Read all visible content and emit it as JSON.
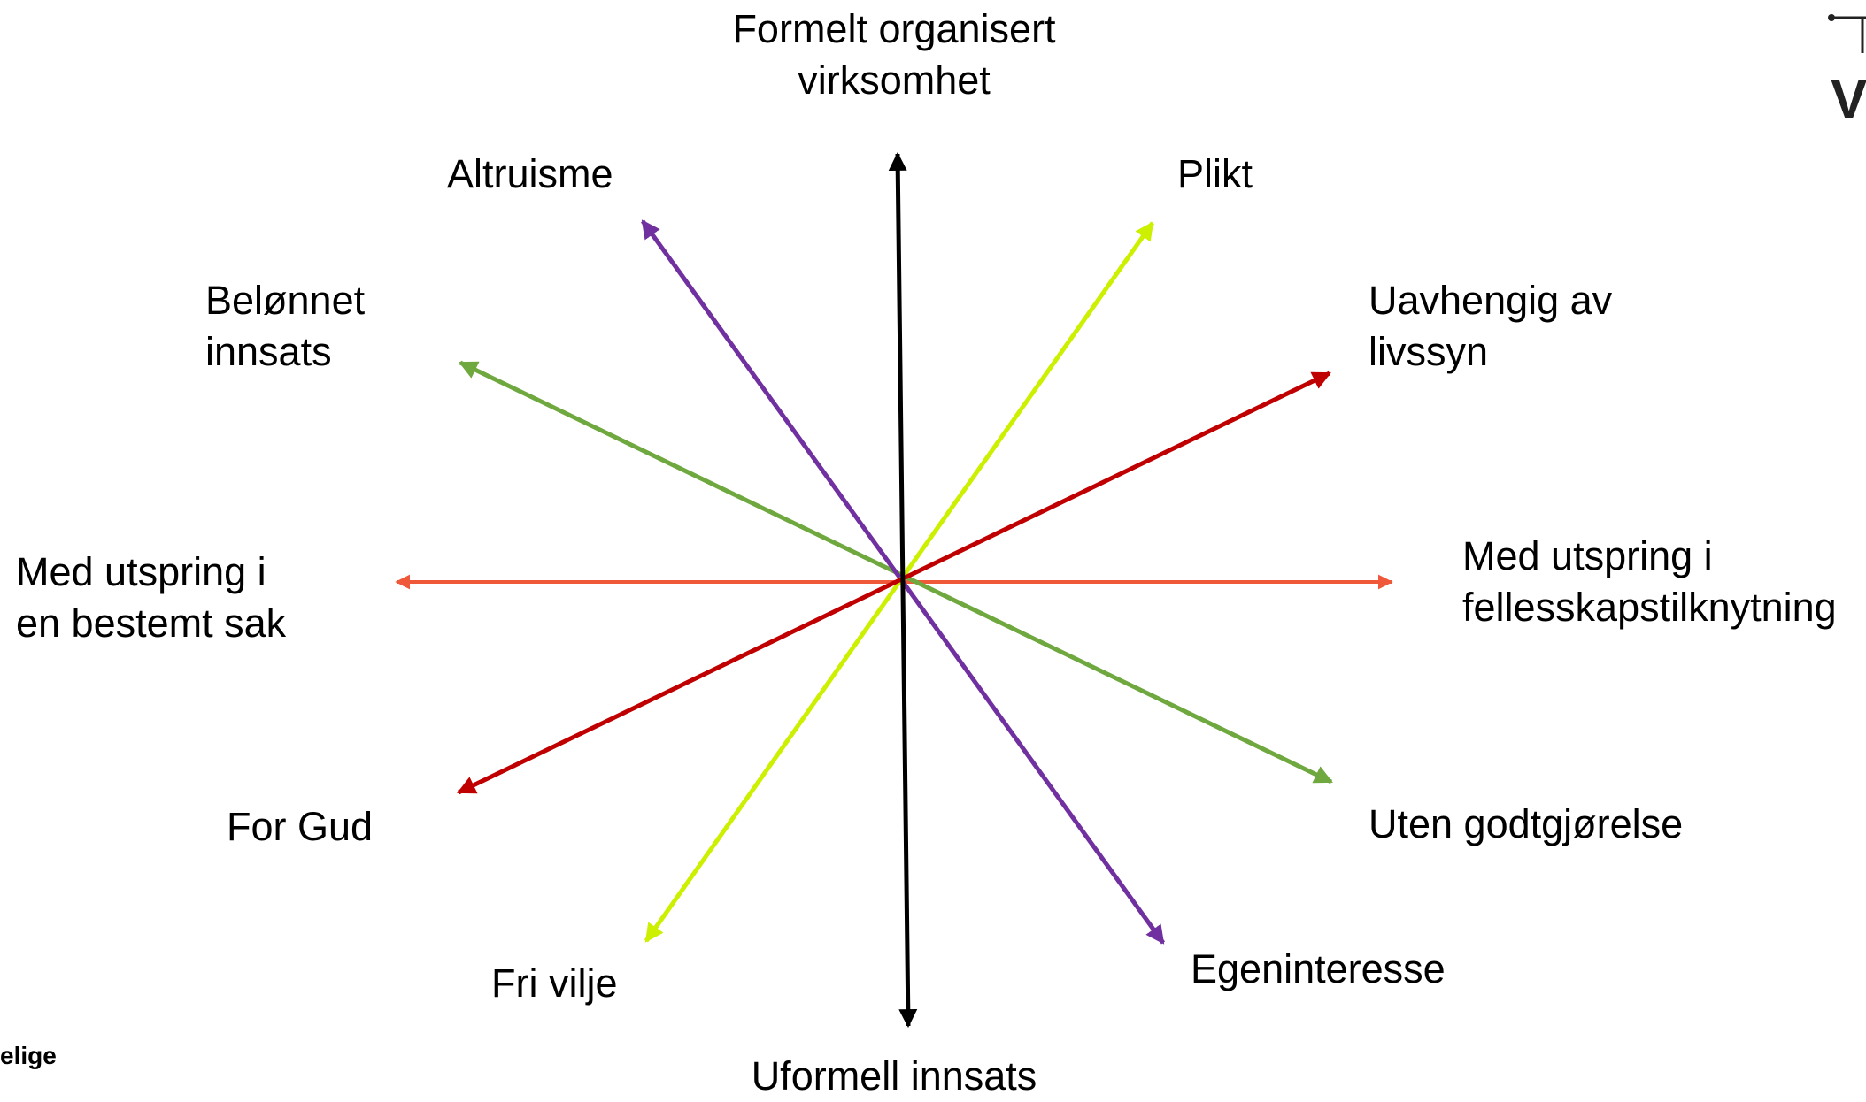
{
  "labels": {
    "top": [
      "Formelt organisert",
      "virksomhet"
    ],
    "bottom": [
      "Uformell innsats"
    ],
    "altruisme": [
      "Altruisme"
    ],
    "plikt": [
      "Plikt"
    ],
    "belonnet": [
      "Belønnet",
      "innsats"
    ],
    "uavhengig": [
      "Uavhengig av",
      "livssyn"
    ],
    "left": [
      "Med utspring i",
      "en bestemt sak"
    ],
    "right": [
      "Med utspring i",
      "fellesskapstilknytning"
    ],
    "for_gud": [
      "For Gud"
    ],
    "uten_godtgjorelse": [
      "Uten godtgjørelse"
    ],
    "fri_vilje": [
      "Fri vilje"
    ],
    "egeninteresse": [
      "Egeninteresse"
    ]
  },
  "footer_fragment": "elige",
  "logo_fragment": "V",
  "axes": [
    {
      "name": "formelt-uformell",
      "color": "#000000"
    },
    {
      "name": "sak-fellesskap",
      "color": "#F0583A"
    },
    {
      "name": "belonnet-uten-godtgjorelse",
      "color": "#6EA83F"
    },
    {
      "name": "altruisme-egeninteresse",
      "color": "#7030A0"
    },
    {
      "name": "plikt-fri-vilje",
      "color": "#CCF000"
    },
    {
      "name": "livssyn-gud",
      "color": "#C00000"
    }
  ]
}
